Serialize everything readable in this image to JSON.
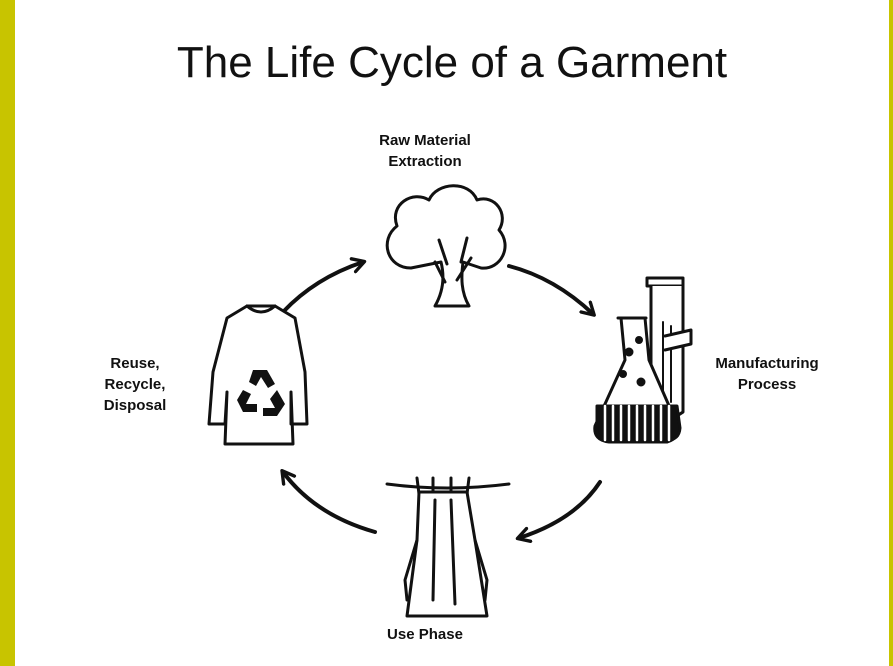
{
  "title": "The Life Cycle of a Garment",
  "stages": {
    "raw_material": [
      "Raw Material",
      "Extraction"
    ],
    "manufacturing": [
      "Manufacturing",
      "Process"
    ],
    "use": [
      "Use Phase"
    ],
    "end_of_life": [
      "Reuse,",
      "Recycle,",
      "Disposal"
    ]
  },
  "icons": {
    "raw_material": "tree-icon",
    "manufacturing": "laboratory-flasks-icon",
    "use": "garment-on-clothesline-icon",
    "end_of_life": "recycled-shirt-icon"
  },
  "colors": {
    "frame": "#c8c400",
    "background": "#ffffff",
    "ink": "#111111"
  }
}
